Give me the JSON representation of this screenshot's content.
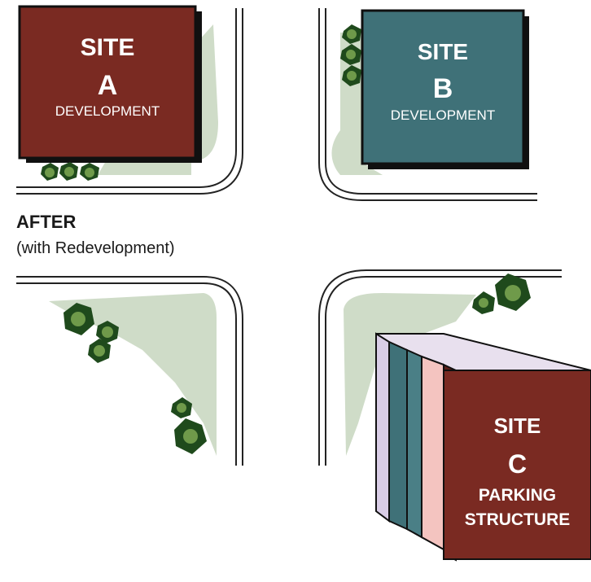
{
  "caption": {
    "title": "AFTER",
    "subtitle": "(with Redevelopment)"
  },
  "sites": {
    "a": {
      "heading": "SITE",
      "letter": "A",
      "use": "DEVELOPMENT",
      "color": "#7a2a22"
    },
    "b": {
      "heading": "SITE",
      "letter": "B",
      "use": "DEVELOPMENT",
      "color": "#3f7178"
    },
    "c": {
      "heading": "SITE",
      "letter": "C",
      "use_line1": "PARKING",
      "use_line2": "STRUCTURE",
      "color": "#7a2a22"
    }
  },
  "colors": {
    "landscape": "#cfdcc8",
    "tree_dark": "#1f4a1c",
    "tree_light": "#6f9a4a",
    "road_curb": "#222222",
    "structure_pink": "#f4c4c0",
    "structure_teal": "#3f7178",
    "structure_lavender": "#d9cde6",
    "shadow": "#101010"
  }
}
